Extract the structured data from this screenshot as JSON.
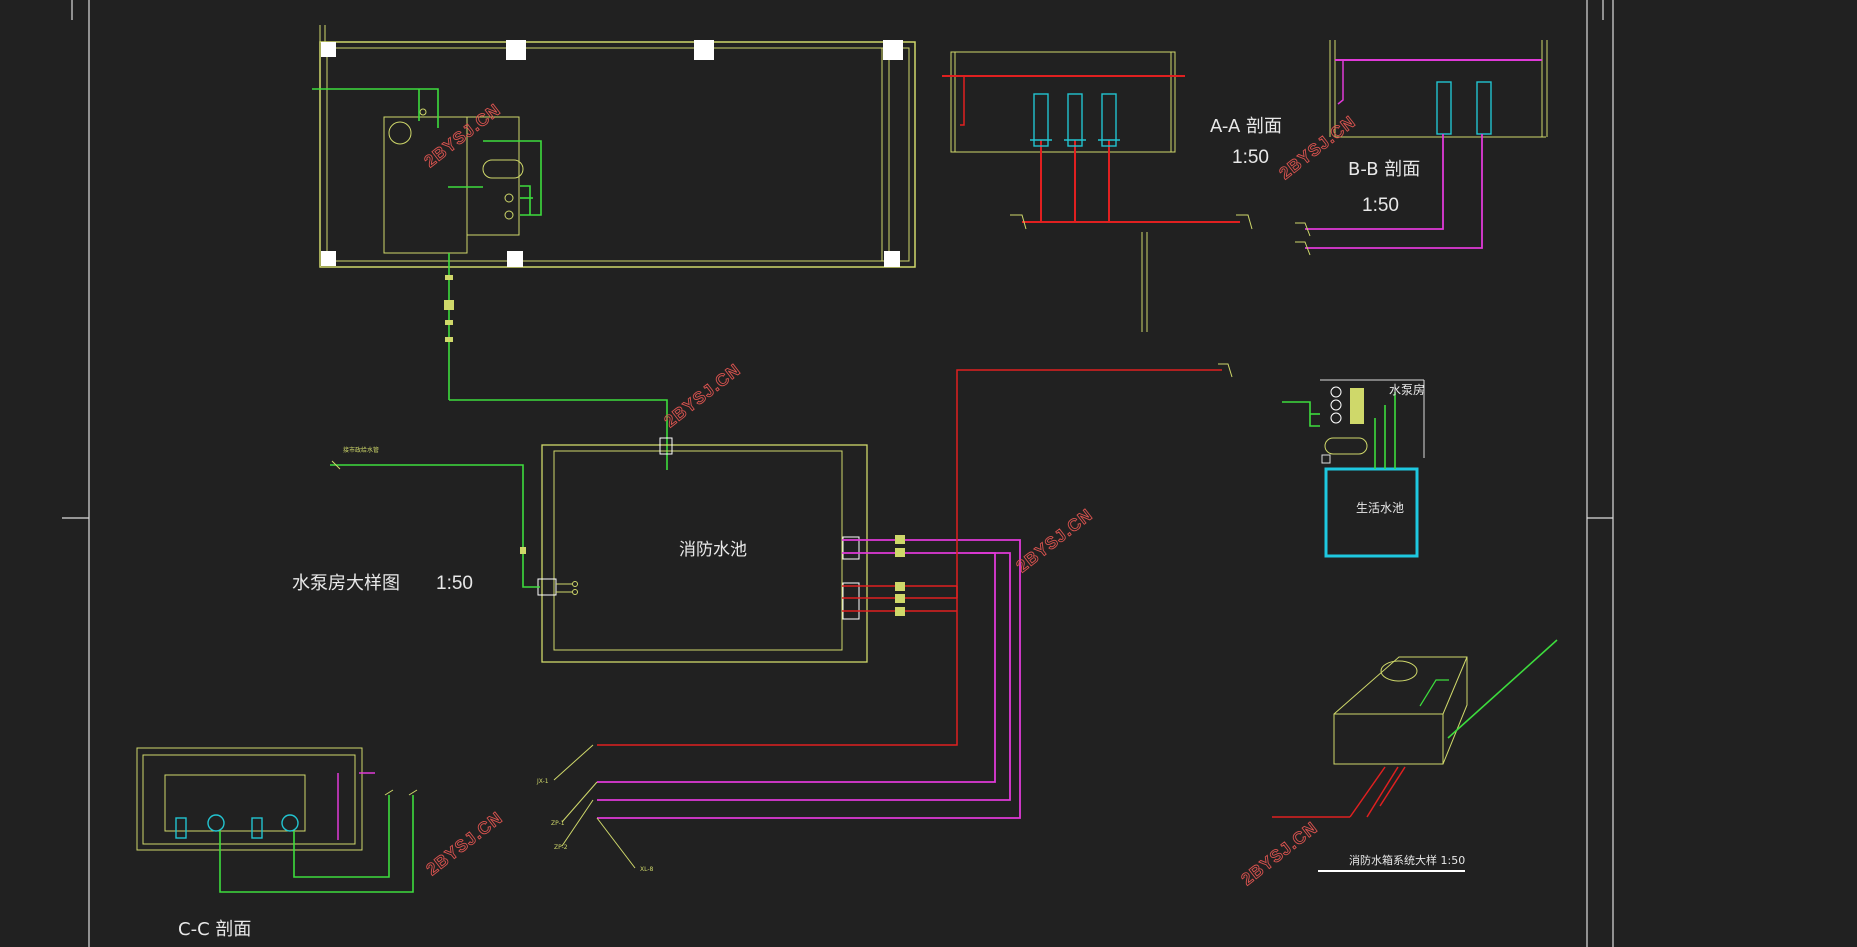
{
  "watermark": "2BYSJ.CN",
  "labels": {
    "main_title": "水泵房大样图",
    "main_scale": "1:50",
    "pool_fire": "消防水池",
    "pool_domestic": "生活水池",
    "pump_room": "水泵房",
    "section_aa": "A-A 剖面",
    "section_aa_scale": "1:50",
    "section_bb": "B-B 剖面",
    "section_bb_scale": "1:50",
    "section_cc": "C-C 剖面",
    "tank_title": "消防水箱系统大样 1:50",
    "pipe_jx1": "JX-1",
    "pipe_zp1": "ZP-1",
    "pipe_zp2": "ZP-2",
    "pipe_xl": "XL-8",
    "inlet_note": "接市政给水管"
  },
  "colors": {
    "background": "#212121",
    "frame": "#e0e0e0",
    "wall": "#cfd86a",
    "water_supply": "#3ddc3d",
    "fire_pipe": "#e02020",
    "spray_pipe": "#e03ad8",
    "domestic_pool": "#1ec8e0",
    "pump_cyan": "#22c4d0"
  }
}
